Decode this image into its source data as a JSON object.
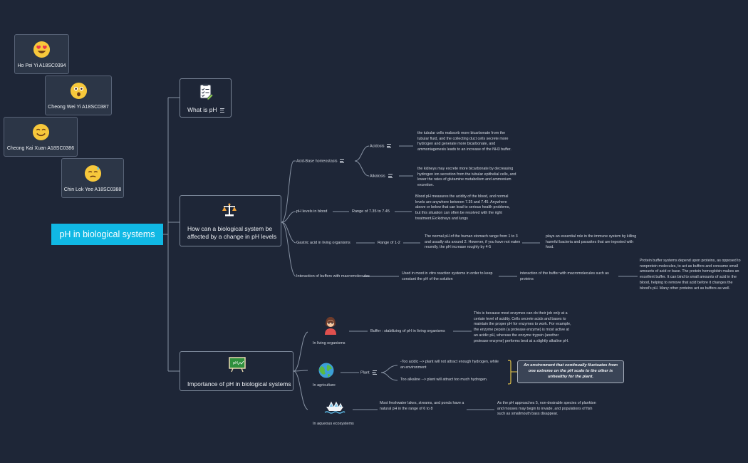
{
  "root": {
    "label": "pH in biological systems"
  },
  "members": [
    {
      "name": "Ho Pei Yi  A18SC0394",
      "emoji": "heart-eyes"
    },
    {
      "name": "Cheong Wei Yi  A18SC0387",
      "emoji": "astonished"
    },
    {
      "name": "Cheong Kai Xuan  A18SC0386",
      "emoji": "smiling"
    },
    {
      "name": "Chin Lok Yee A18SC0388",
      "emoji": "sweat"
    }
  ],
  "topics": {
    "what_is_ph": "What is pH",
    "biological_change": "How can a biological system be affected by a change in pH levels",
    "importance": "Importance of pH in biological systems"
  },
  "branch1": {
    "acid_base": "Acid-Base homeostasis",
    "acidosis": "Acidosis",
    "acidosis_text": "the tubular cells reabsorb more bicarbonate from the tubular fluid, and the collecting duct cells secrete more hydrogen and generate more bicarbonate, and ammoniagenesis leads to an increase of the NH3 buffer.",
    "alkalosis": "Alkalosis",
    "alkalosis_text": "the kidneys may excrete more bicarbonate by decreasing hydrogen ion secretion from the tubular epithelial cells, and lower the rates of glutamine metabolism and ammonium excretion.",
    "ph_blood": "pH levels in blood",
    "range_blood": "Range of 7.35 to 7.45",
    "blood_text": "Blood pH measures the acidity of the blood, and normal levels are anywhere between 7.35 and 7.45. Anywhere above or below that can lead to serious health problems, but this situation can often be resolved with the right treatment.Ex:kidneys and lungs",
    "gastric": "Gastric acid in living organisms",
    "range_gastric": "Range of 1-2",
    "gastric_text": "The normal pH of the human stomach range from 1 to 3 and usually sits around 2.  However, if you have not eaten recently, the pH increase roughly by 4-5",
    "gastric_text2": "plays an essential role in the immune system by killing harmful bacteria and parasites that are ingested with food.",
    "buffers": "Interaction of buffers with macromolecules",
    "buffers_text": "Used in most in vitro reaction systems in order to keep constant the pH of the solution",
    "buffers_text2": "interaction of the buffer with macromolecules such as proteins",
    "buffers_text3": "Protein buffer systems depend upon proteins, as opposed to nonprotein molecules, to act as buffers and consume small amounts of acid or base. The protein hemoglobin makes an excellent buffer.  It can bind to small amounts of acid in the blood, helping to remove that acid before it changes the blood's pH. Many other proteins act as buffers as well."
  },
  "branch2": {
    "living": "In living organisms",
    "buffer_stab": "Buffer : stabilizing of pH in living organisms",
    "living_text": "This is because most enzymes can do their job only at a certain level of acidity. Cells secrete acids and bases to maintain the proper pH for enzymes to work. For example, the enzyme pepsin (a protease enzyme) is most active at an acidic pH, whereas the enzyme trypsin (another protease enzyme) performs best at a slightly alkaline pH.",
    "agriculture": "In agriculture",
    "plant": "Plant",
    "acidic": "-Too acidic --> plant will not attract enough hydrogen, while an environment",
    "alkaline": "Too alkaline --> plant will attract too much hydrogen.",
    "callout": "An environment that continually fluctuates from one extreme on the pH scale to the other is unhealthy for the plant.",
    "aqueous": "In aqueous ecosystems",
    "aqueous_text": "Most freshwater lakes, streams, and ponds have a natural pH in the range of 6 to 8",
    "aqueous_text2": "As the pH approaches 5, non-desirable species of plankton and mosses may begin to invade, and populations of fish such as smallmouth bass disappear."
  },
  "colors": {
    "background": "#1e2637",
    "root": "#10b8e4",
    "line": "#8792a3",
    "callout_border": "#e7c64a"
  }
}
